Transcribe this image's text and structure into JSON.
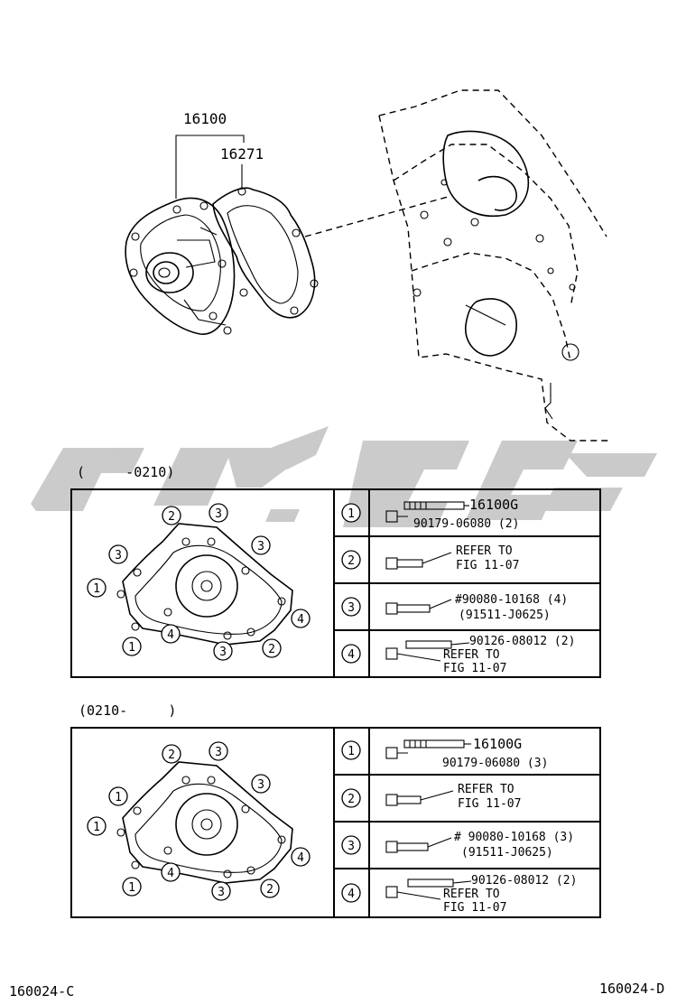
{
  "callouts": {
    "pump_assy": "16100",
    "gasket": "16271"
  },
  "watermark": {
    "color": "#c8c8c8"
  },
  "section_early": {
    "range": "(     -0210)",
    "gasket_markers": [
      "2",
      "3",
      "3",
      "3",
      "1",
      "4",
      "1",
      "4",
      "3",
      "2"
    ],
    "rows": [
      {
        "num": "1",
        "code": "16100G",
        "text": "90179-06080 (2)"
      },
      {
        "num": "2",
        "text": "REFER TO",
        "text2": "FIG 11-07"
      },
      {
        "num": "3",
        "text": "#90080-10168 (4)",
        "text2": "(91511-J0625)"
      },
      {
        "num": "4",
        "text": "90126-08012 (2)",
        "text2": "REFER TO",
        "text3": "FIG 11-07"
      }
    ]
  },
  "section_late": {
    "range": "(0210-     )",
    "gasket_markers": [
      "2",
      "3",
      "3",
      "1",
      "1",
      "4",
      "1",
      "4",
      "3",
      "2"
    ],
    "rows": [
      {
        "num": "1",
        "code": "16100G",
        "text": "90179-06080 (3)"
      },
      {
        "num": "2",
        "text": "REFER TO",
        "text2": "FIG 11-07"
      },
      {
        "num": "3",
        "text": "# 90080-10168 (3)",
        "text2": "(91511-J0625)"
      },
      {
        "num": "4",
        "text": "90126-08012 (2)",
        "text2": "REFER TO",
        "text3": "FIG 11-07"
      }
    ]
  },
  "footer": {
    "left_code": "160024-C",
    "right_code": "160024-D"
  }
}
